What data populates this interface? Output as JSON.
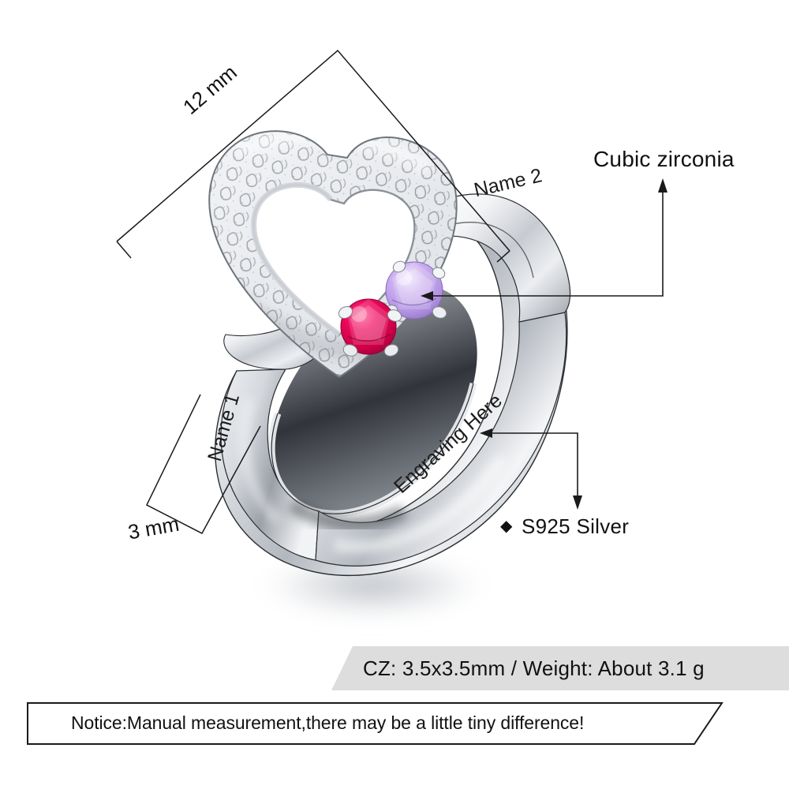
{
  "product": {
    "type": "jewelry-product-spec-image",
    "item": "Personalized heart ring with two cubic zirconia birthstones"
  },
  "dimensions": {
    "width_label": "12 mm",
    "band_label": "3 mm"
  },
  "engravings": {
    "name1": "Name 1",
    "name2": "Name 2",
    "engraving_here": "Engraving Here"
  },
  "callouts": {
    "cubic_zirconia": "Cubic zirconia",
    "material_bullet": "◆",
    "material": "S925  Silver"
  },
  "spec_banner": {
    "text": "CZ: 3.5x3.5mm / Weight: About 3.1 g"
  },
  "notice": {
    "text": "Notice:Manual measurement,there may be a little tiny difference!"
  },
  "colors": {
    "background": "#ffffff",
    "line": "#1a1a1a",
    "text": "#111111",
    "banner_gray": "#dddddd",
    "metal_light": "#fbfbfc",
    "metal_mid": "#c9ccd2",
    "metal_dark": "#8d9298",
    "metal_shadow": "#5e6268",
    "gem_red": "#e0004f",
    "gem_red_dark": "#9c0036",
    "gem_purple": "#c3a6e8",
    "gem_purple_dark": "#8f6fc4"
  }
}
